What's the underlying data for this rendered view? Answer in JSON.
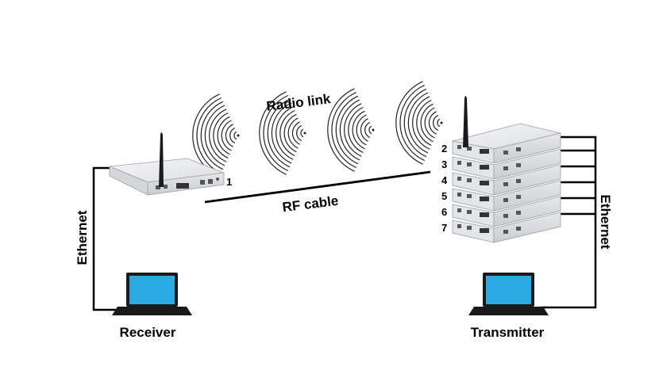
{
  "labels": {
    "radio_link": "Radio link",
    "rf_cable": "RF cable",
    "ethernet_left": "Ethernet",
    "ethernet_right": "Ethernet",
    "receiver": "Receiver",
    "transmitter": "Transmitter"
  },
  "device_numbers": {
    "receiver_device": "1",
    "stack": [
      "2",
      "3",
      "4",
      "5",
      "6",
      "7"
    ]
  },
  "icons": {
    "router": "wireless-router-icon",
    "laptop": "laptop-icon",
    "waves": "radio-wave-icon"
  },
  "colors": {
    "laptop_screen": "#29abe2",
    "device_body": "#eceef0",
    "line": "#000000"
  }
}
